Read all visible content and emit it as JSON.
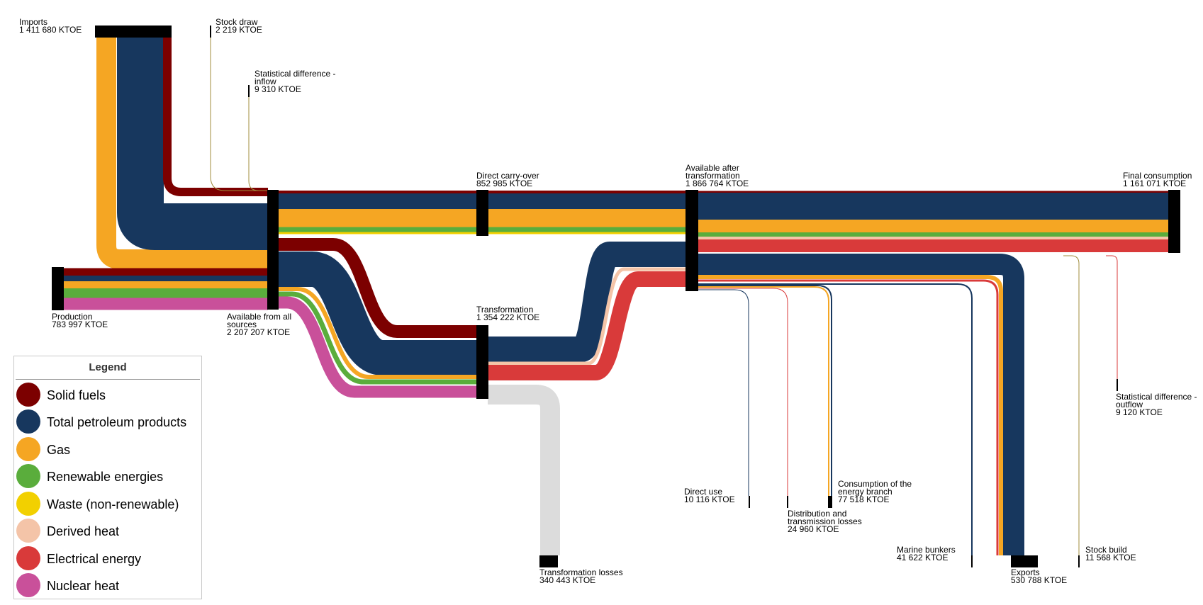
{
  "colors": {
    "solid_fuels": "#7c0000",
    "petroleum": "#17375e",
    "gas": "#f5a623",
    "renewables": "#5aad3c",
    "waste": "#f2d000",
    "derived_heat": "#f4c4a8",
    "electrical": "#d93a3a",
    "nuclear": "#c9509a",
    "losses": "#dcdcdc",
    "stock": "#a08c3c",
    "node": "#000000"
  },
  "nodes": {
    "imports": {
      "title": "Imports",
      "value": "1 411 680 KTOE"
    },
    "stock_draw": {
      "title": "Stock draw",
      "value": "2 219 KTOE"
    },
    "stat_diff_in": {
      "title_lines": [
        "Statistical difference -",
        "inflow"
      ],
      "value": "9 310 KTOE"
    },
    "production": {
      "title": "Production",
      "value": "783 997 KTOE"
    },
    "available_all": {
      "title_lines": [
        "Available from all",
        "sources"
      ],
      "value": "2 207 207 KTOE"
    },
    "direct_carry": {
      "title": "Direct carry-over",
      "value": "852 985 KTOE"
    },
    "transformation": {
      "title": "Transformation",
      "value": "1 354 222 KTOE"
    },
    "available_after": {
      "title_lines": [
        "Available after",
        "transformation"
      ],
      "value": "1 866 764 KTOE"
    },
    "final_consumption": {
      "title": "Final consumption",
      "value": "1 161 071 KTOE"
    },
    "stat_diff_out": {
      "title_lines": [
        "Statistical difference -",
        "outflow"
      ],
      "value": "9 120 KTOE"
    },
    "transformation_losses": {
      "title": "Transformation losses",
      "value": "340 443 KTOE"
    },
    "direct_use": {
      "title": "Direct use",
      "value": "10 116 KTOE"
    },
    "distribution_losses": {
      "title_lines": [
        "Distribution and",
        "transmission losses"
      ],
      "value": "24 960 KTOE"
    },
    "energy_branch": {
      "title_lines": [
        "Consumption of the",
        "energy branch"
      ],
      "value": "77 518 KTOE"
    },
    "marine_bunkers": {
      "title": "Marine bunkers",
      "value": "41 622 KTOE"
    },
    "exports": {
      "title": "Exports",
      "value": "530 788 KTOE"
    },
    "stock_build": {
      "title": "Stock build",
      "value": "11 568 KTOE"
    }
  },
  "legend": {
    "title": "Legend",
    "items": [
      {
        "label": "Solid fuels",
        "color": "#7c0000",
        "icon": "coal-cart-icon"
      },
      {
        "label": "Total petroleum products",
        "color": "#17375e",
        "icon": "oil-barrel-icon"
      },
      {
        "label": "Gas",
        "color": "#f5a623",
        "icon": "flame-icon"
      },
      {
        "label": "Renewable energies",
        "color": "#5aad3c",
        "icon": "recycle-arrows-icon"
      },
      {
        "label": "Waste (non-renewable)",
        "color": "#f2d000",
        "icon": "trash-bin-icon"
      },
      {
        "label": "Derived heat",
        "color": "#f4c4a8",
        "icon": "heat-factory-icon"
      },
      {
        "label": "Electrical energy",
        "color": "#d93a3a",
        "icon": "power-plug-icon"
      },
      {
        "label": "Nuclear heat",
        "color": "#c9509a",
        "icon": "radiation-icon"
      }
    ]
  }
}
